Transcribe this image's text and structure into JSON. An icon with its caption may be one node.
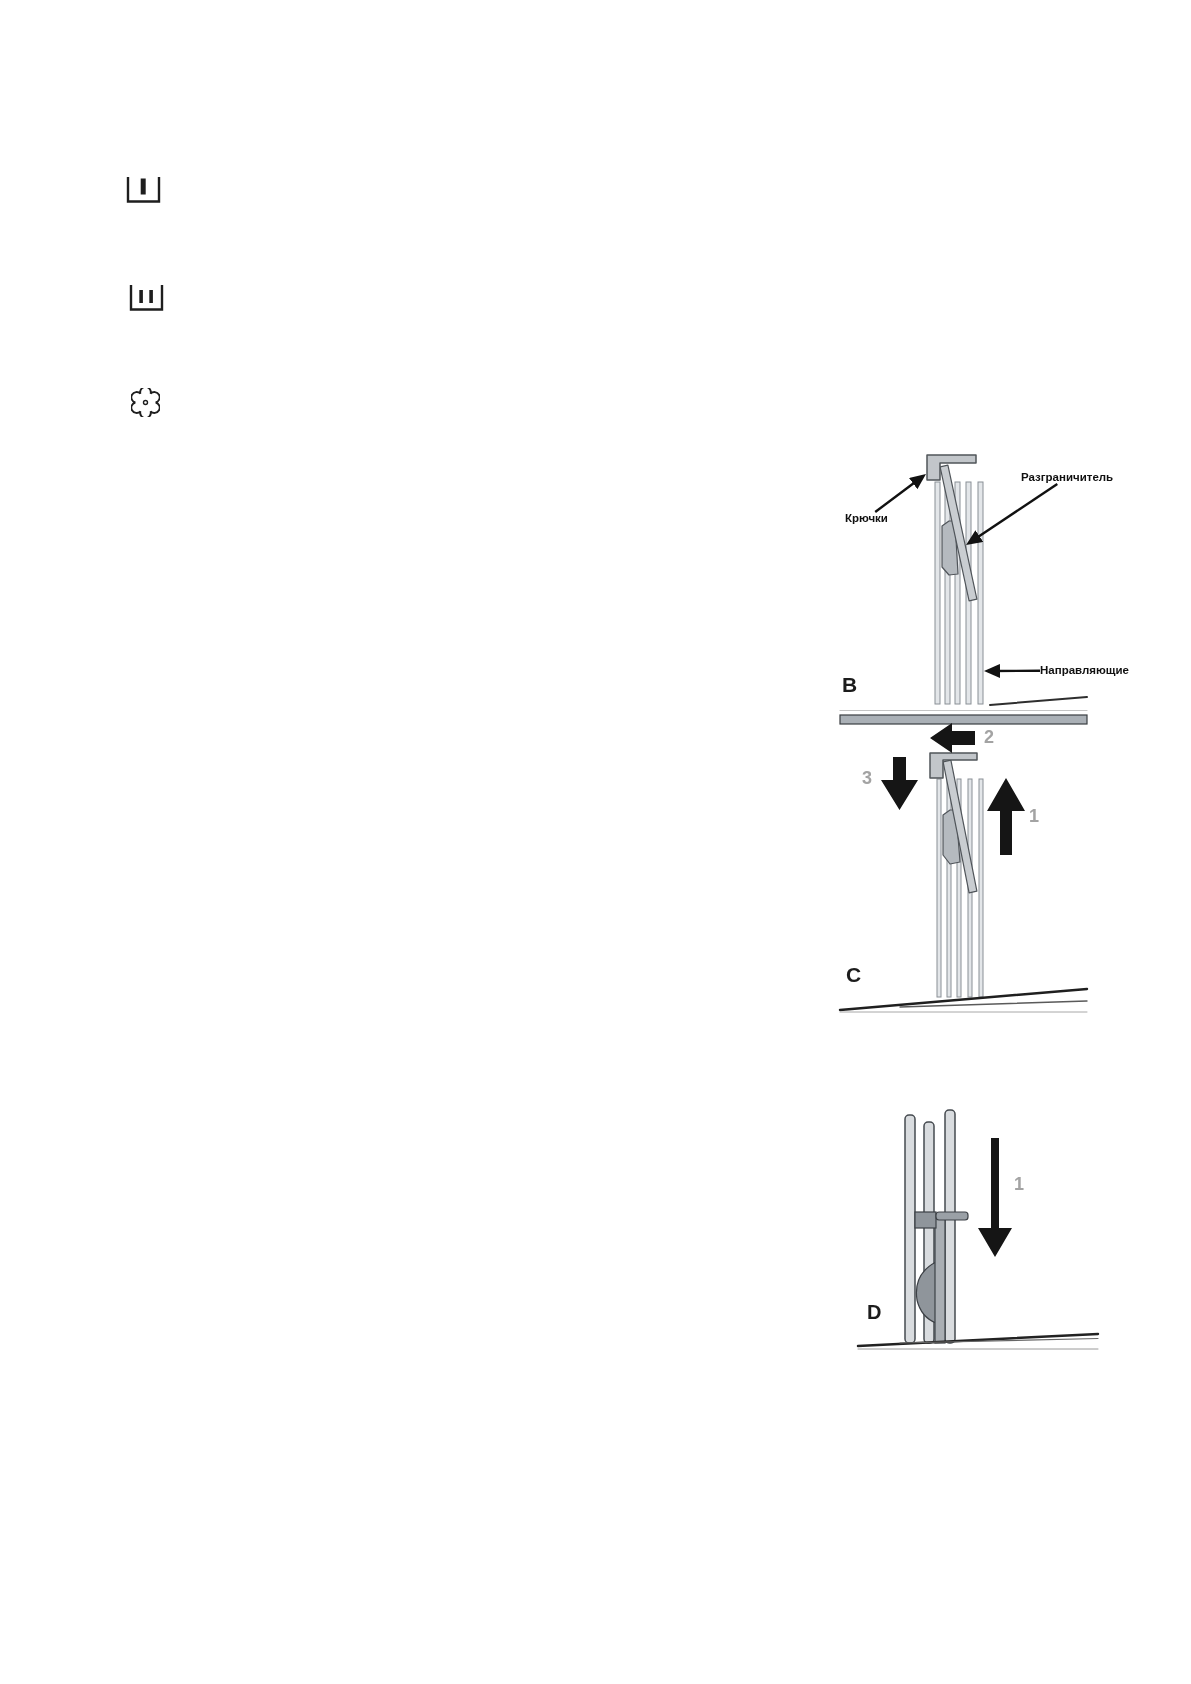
{
  "diagram": {
    "nodes": [
      {
        "text": [
          "Крючки"
        ]
      },
      {
        "text": [],
        "shape": "picture"
      },
      {
        "text": [
          "Разграничитель"
        ]
      },
      {
        "text": [],
        "shape": "picture"
      },
      {
        "text": [
          "Направляющие"
        ]
      },
      {
        "text": [],
        "shape": "picture"
      }
    ],
    "edges": [
      {
        "from": 0,
        "to": 1,
        "arrow": "to"
      },
      {
        "from": 2,
        "to": 3,
        "arrow": "to"
      },
      {
        "from": 4,
        "to": 5,
        "arrow": "to"
      }
    ],
    "labels": [
      "B",
      "2",
      "3",
      "1",
      "C",
      "1",
      "D"
    ]
  }
}
